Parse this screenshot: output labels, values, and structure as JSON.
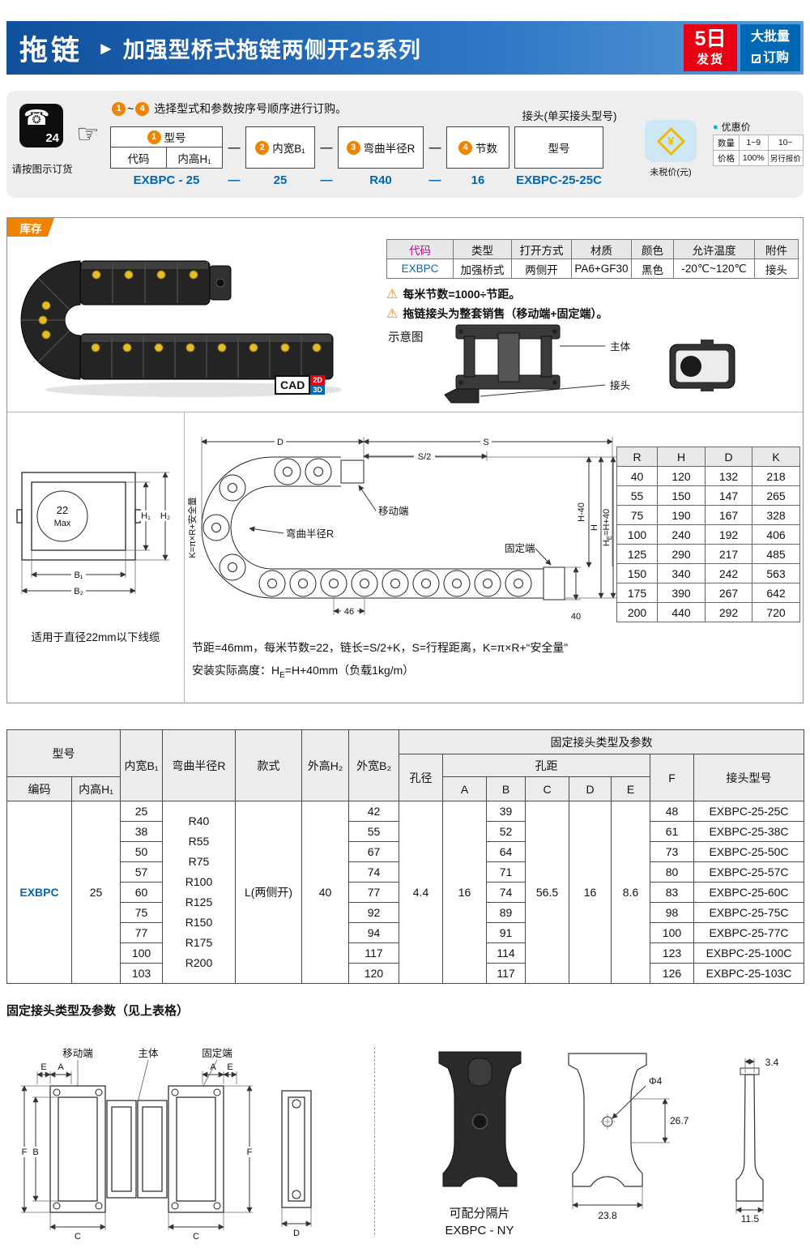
{
  "page": {
    "title_category": "拖链",
    "title_arrow": "►",
    "title": "加强型桥式拖链两侧开25系列"
  },
  "badges": {
    "ship_top": "5日",
    "ship_bottom": "发货",
    "bulk_top": "大批量",
    "bulk_bottom": "订购"
  },
  "order": {
    "phone_icon": "☎",
    "phone_label": "24",
    "phone_caption": "请按图示订货",
    "pointer": "☞",
    "instruction_start": "1",
    "instruction_tilde": "~",
    "instruction_end": "4",
    "instruction_text": "选择型式和参数按序号顺序进行订购。",
    "step1_num": "1",
    "step1_label": "型号",
    "step1_sub1": "代码",
    "step1_sub2": "内高H₁",
    "step1_value": "EXBPC - 25",
    "dash": "—",
    "step2_num": "2",
    "step2_label": "内宽B₁",
    "step2_value": "25",
    "step3_num": "3",
    "step3_label": "弯曲半径R",
    "step3_value": "R40",
    "step4_num": "4",
    "step4_label": "节数",
    "step4_value": "16",
    "joint_title": "接头(单买接头型号)",
    "joint_box": "型号",
    "joint_value": "EXBPC-25-25C",
    "currency": "¥",
    "tax_note": "未税价(元)",
    "discount_bullet": "●",
    "discount_label": "优惠价",
    "qty_label": "数量",
    "qty_1": "1~9",
    "qty_2": "10~",
    "price_label": "价格",
    "price_1": "100%",
    "price_2": "另行报价"
  },
  "stock": {
    "badge": "库存",
    "cad": "CAD",
    "cad_2d": "2D",
    "cad_3d": "3D",
    "spec_headers": [
      "代码",
      "类型",
      "打开方式",
      "材质",
      "颜色",
      "允许温度",
      "附件"
    ],
    "spec_values": [
      "EXBPC",
      "加强桥式",
      "两侧开",
      "PA6+GF30",
      "黑色",
      "-20℃~120℃",
      "接头"
    ],
    "warn_icon": "⚠",
    "warning1": "每米节数=1000÷节距。",
    "warning2": "拖链接头为整套销售（移动端+固定端）。",
    "schematic_title": "示意图",
    "part_body": "主体",
    "part_joint": "接头"
  },
  "section_drawing": {
    "circle_line1": "22",
    "circle_line2": "Max",
    "dim_h1": "H₁",
    "dim_h2": "H₂",
    "dim_b1": "B₁",
    "dim_b2": "B₂",
    "caption": "适用于直径22mm以下线缆",
    "dim_d": "D",
    "dim_s": "S",
    "dim_s2": "S/2",
    "label_moving": "移动端",
    "label_fixed": "固定端",
    "label_radius": "弯曲半径R",
    "label_k": "K=π×R+安全量",
    "dim_h40": "H-40",
    "dim_h": "H",
    "dim_he_main": "H",
    "dim_he_sub": "E",
    "dim_he_rest": "=H+40",
    "dim_46": "46",
    "dim_40": "40",
    "rhdk_headers": [
      "R",
      "H",
      "D",
      "K"
    ],
    "rhdk_rows": [
      [
        "40",
        "120",
        "132",
        "218"
      ],
      [
        "55",
        "150",
        "147",
        "265"
      ],
      [
        "75",
        "190",
        "167",
        "328"
      ],
      [
        "100",
        "240",
        "192",
        "406"
      ],
      [
        "125",
        "290",
        "217",
        "485"
      ],
      [
        "150",
        "340",
        "242",
        "563"
      ],
      [
        "175",
        "390",
        "267",
        "642"
      ],
      [
        "200",
        "440",
        "292",
        "720"
      ]
    ],
    "note1": "节距=46mm，每米节数=22，链长=S/2+K，S=行程距离，K=π×R+“安全量”",
    "note2_pre": "安装实际高度：H",
    "note2_sub": "E",
    "note2_post": "=H+40mm（负载1kg/m）"
  },
  "main_table": {
    "h_model": "型号",
    "h_code": "编码",
    "h_inner_h": "内高H₁",
    "h_inner_w": "内宽B₁",
    "h_radius": "弯曲半径R",
    "h_style": "款式",
    "h_outer_h": "外高H₂",
    "h_outer_w": "外宽B₂",
    "h_fixed": "固定接头类型及参数",
    "h_hole_dia": "孔径",
    "h_hole_dist": "孔距",
    "h_a": "A",
    "h_b": "B",
    "h_c": "C",
    "h_d": "D",
    "h_e": "E",
    "h_f": "F",
    "h_joint": "接头型号",
    "code": "EXBPC",
    "inner_h": "25",
    "radius_list": [
      "R40",
      "R55",
      "R75",
      "R100",
      "R125",
      "R150",
      "R175",
      "R200"
    ],
    "style": "L(两侧开)",
    "outer_h": "40",
    "hole_dia": "4.4",
    "col_a": "16",
    "col_c": "56.5",
    "col_d": "16",
    "col_e": "8.6",
    "rows": [
      {
        "b1": "25",
        "b2": "42",
        "b": "39",
        "f": "48",
        "joint": "EXBPC-25-25C"
      },
      {
        "b1": "38",
        "b2": "55",
        "b": "52",
        "f": "61",
        "joint": "EXBPC-25-38C"
      },
      {
        "b1": "50",
        "b2": "67",
        "b": "64",
        "f": "73",
        "joint": "EXBPC-25-50C"
      },
      {
        "b1": "57",
        "b2": "74",
        "b": "71",
        "f": "80",
        "joint": "EXBPC-25-57C"
      },
      {
        "b1": "60",
        "b2": "77",
        "b": "74",
        "f": "83",
        "joint": "EXBPC-25-60C"
      },
      {
        "b1": "75",
        "b2": "92",
        "b": "89",
        "f": "98",
        "joint": "EXBPC-25-75C"
      },
      {
        "b1": "77",
        "b2": "94",
        "b": "91",
        "f": "100",
        "joint": "EXBPC-25-77C"
      },
      {
        "b1": "100",
        "b2": "117",
        "b": "114",
        "f": "123",
        "joint": "EXBPC-25-100C"
      },
      {
        "b1": "103",
        "b2": "120",
        "b": "117",
        "f": "126",
        "joint": "EXBPC-25-103C"
      }
    ]
  },
  "footer": {
    "title": "固定接头类型及参数（见上表格）",
    "label_moving": "移动端",
    "label_body": "主体",
    "label_fixed": "固定端",
    "dim_e": "E",
    "dim_a": "A",
    "dim_b": "B",
    "dim_f": "F",
    "dim_c": "C",
    "dim_d": "D",
    "dim_phi": "Φ4",
    "dim_267": "26.7",
    "dim_238": "23.8",
    "dim_34": "3.4",
    "dim_115": "11.5",
    "note1": "可配分隔片",
    "note2": "EXBPC - NY"
  }
}
